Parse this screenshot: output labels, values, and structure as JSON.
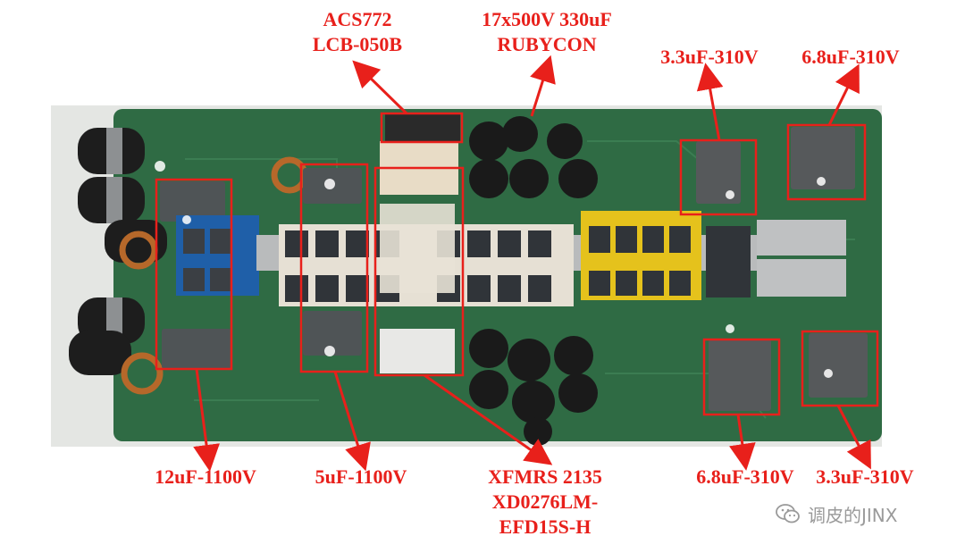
{
  "labels": {
    "current_sensor": [
      "ACS772",
      "LCB-050B"
    ],
    "bulk_caps": [
      "17x500V 330uF",
      "RUBYCON"
    ],
    "cap_top_a": "3.3uF-310V",
    "cap_top_b": "6.8uF-310V",
    "cap_12uf": "12uF-1100V",
    "cap_5uf": "5uF-1100V",
    "transformers": [
      "XFMRS 2135",
      "XD0276LM-",
      "EFD15S-H"
    ],
    "cap_bottom_a": "6.8uF-310V",
    "cap_bottom_b": "3.3uF-310V"
  },
  "watermark": {
    "text": "调皮的JINX",
    "icon": "wechat-icon"
  },
  "colors": {
    "annotation_red": "#e8201b",
    "pcb_green": "#2f6b44",
    "heatsink_blue": "#1f5fa8",
    "heatsink_yellow": "#e5c21c"
  }
}
